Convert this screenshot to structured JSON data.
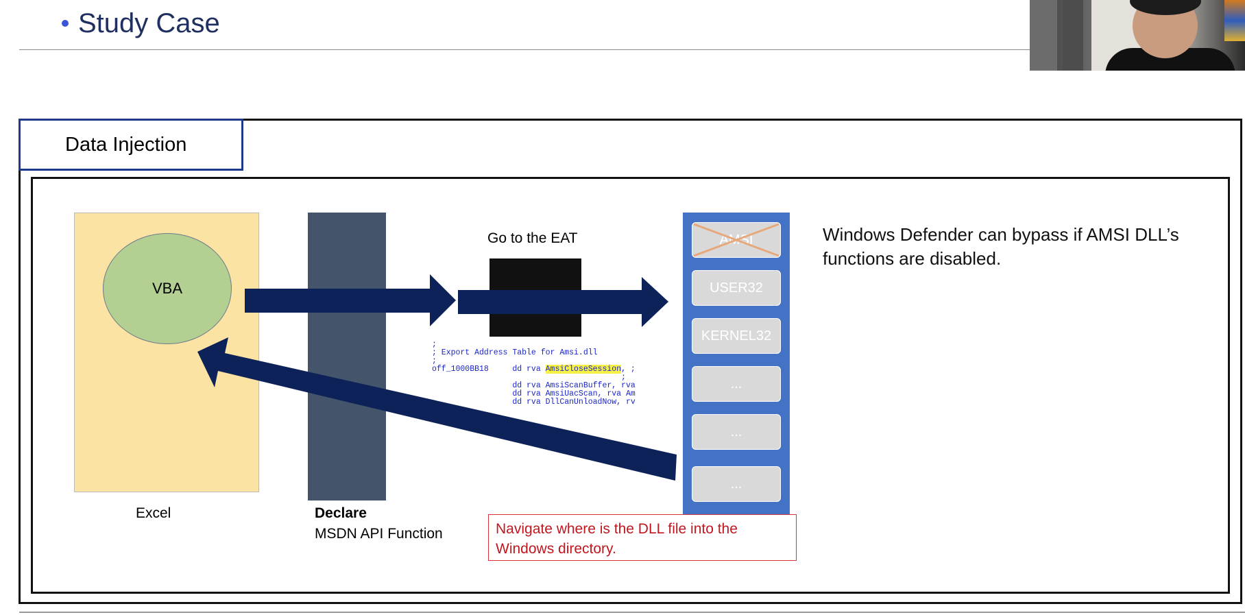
{
  "header": {
    "title": "Study Case"
  },
  "panel": {
    "tab_label": "Data Injection"
  },
  "diagram": {
    "vba_label": "VBA",
    "excel_label": "Excel",
    "declare_bold": "Declare",
    "declare_sub": "MSDN API Function",
    "eat_label": "Go to the EAT",
    "code_lines": {
      "l1": ";",
      "l2": "; Export Address Table for Amsi.dll",
      "l3": ";",
      "l4a": "off_1000BB18     dd rva ",
      "l4b": "AmsiCloseSession",
      "l4c": ", ;",
      "l5": "                                        ;",
      "l6": "                 dd rva AmsiScanBuffer, rva",
      "l7": "                 dd rva AmsiUacScan, rva Am",
      "l8": "                 dd rva DllCanUnloadNow, rv",
      "l9": "                 - - - - - - -  - - -"
    },
    "dll_items": [
      "AMSI",
      "USER32",
      "KERNEL32",
      "...",
      "...",
      "..."
    ],
    "callout_text": "Navigate where is the DLL file into the Windows directory.",
    "defender_text": "Windows Defender can bypass if AMSI DLL’s functions are disabled."
  },
  "colors": {
    "title": "#1f3060",
    "bullet": "#3b55d9",
    "arrow": "#0d2258",
    "dll_column": "#4472c4",
    "excel_fill": "#fbe3a4",
    "vba_fill": "#b3d092",
    "declare_fill": "#44546a",
    "callout_text": "#c0171f",
    "strike": "#e8a77a"
  }
}
